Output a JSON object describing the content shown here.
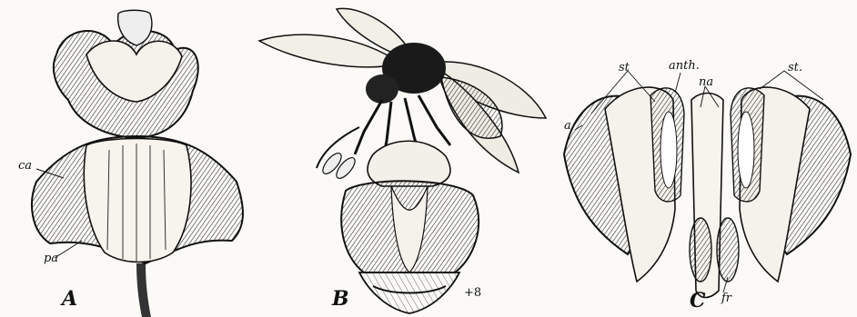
{
  "figure": {
    "panels": [
      {
        "letter": "A",
        "annotations": [
          "ca",
          "pa"
        ]
      },
      {
        "letter": "B",
        "scale": "+8"
      },
      {
        "letter": "C",
        "annotations": [
          "st",
          "anth.",
          "na",
          "st.",
          "a",
          "fr"
        ]
      }
    ]
  }
}
